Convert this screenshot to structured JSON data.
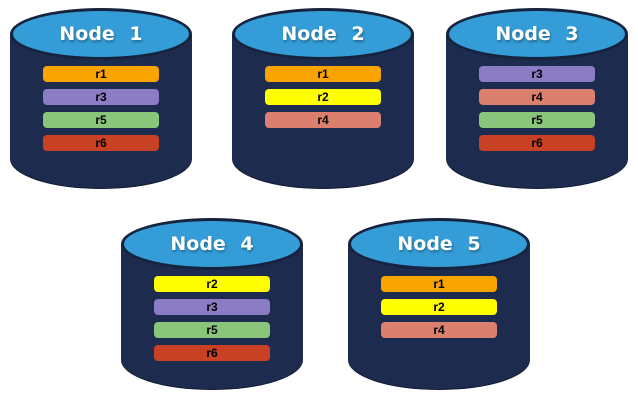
{
  "colors": {
    "background": "#FFFFFF",
    "cylinder_body": "#1D2B4E",
    "cylinder_top": "#349CD6",
    "cylinder_outline": "#16233F",
    "node_title": "#FFFFFF",
    "replica_label": "#000000"
  },
  "replica_colors": {
    "r1": "#F9A400",
    "r2": "#FFFF00",
    "r3": "#8B7CC5",
    "r4": "#DB806E",
    "r5": "#8AC57C",
    "r6": "#C94124"
  },
  "nodes": [
    {
      "title": "Node 1",
      "replicas": [
        "r1",
        "r3",
        "r5",
        "r6"
      ]
    },
    {
      "title": "Node 2",
      "replicas": [
        "r1",
        "r2",
        "r4"
      ]
    },
    {
      "title": "Node 3",
      "replicas": [
        "r3",
        "r4",
        "r5",
        "r6"
      ]
    },
    {
      "title": "Node 4",
      "replicas": [
        "r2",
        "r3",
        "r5",
        "r6"
      ]
    },
    {
      "title": "Node 5",
      "replicas": [
        "r1",
        "r2",
        "r4"
      ]
    }
  ]
}
